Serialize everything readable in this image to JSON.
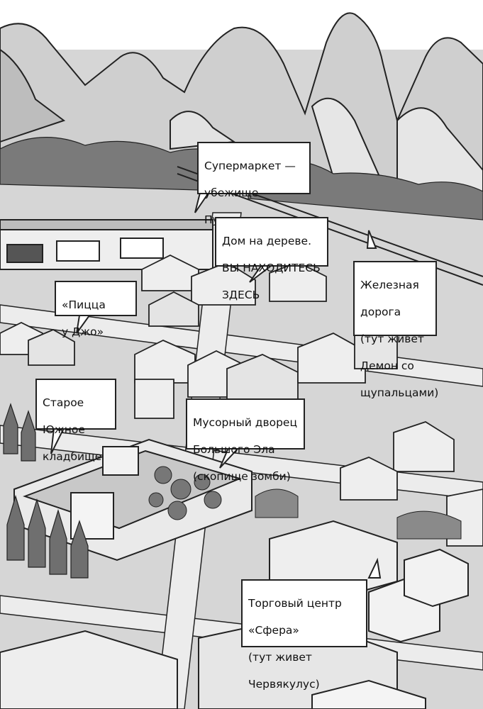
{
  "captions": {
    "supermarket": {
      "lines": [
        "Супермаркет —",
        "убежище",
        "Пузырикуса"
      ]
    },
    "treehouse": {
      "lines": [
        "Дом на дереве.",
        "ВЫ НАХОДИТЕСЬ",
        "ЗДЕСЬ"
      ]
    },
    "railway": {
      "lines": [
        "Железная",
        "дорога",
        "(тут живет",
        "Демон со",
        "щупальцами)"
      ]
    },
    "pizza": {
      "lines": [
        "«Пицца",
        "у Джо»"
      ]
    },
    "cemetery": {
      "lines": [
        "Старое",
        "Южное",
        "кладбище"
      ]
    },
    "junkpalace": {
      "lines": [
        "Мусорный дворец",
        "Большого Эла",
        "(скопище зомби)"
      ]
    },
    "mall": {
      "lines": [
        "Торговый центр",
        "«Сфера»",
        "(тут живет",
        "Червякулус)"
      ]
    }
  },
  "colors": {
    "background": "#d9d9d9",
    "ink": "#222222",
    "caption_fill": "#ffffff",
    "roof_light": "#eeeeee",
    "shadow": "#9a9a9a",
    "mountain": "#cfcfcf",
    "tree_dark": "#6f6f6f"
  }
}
